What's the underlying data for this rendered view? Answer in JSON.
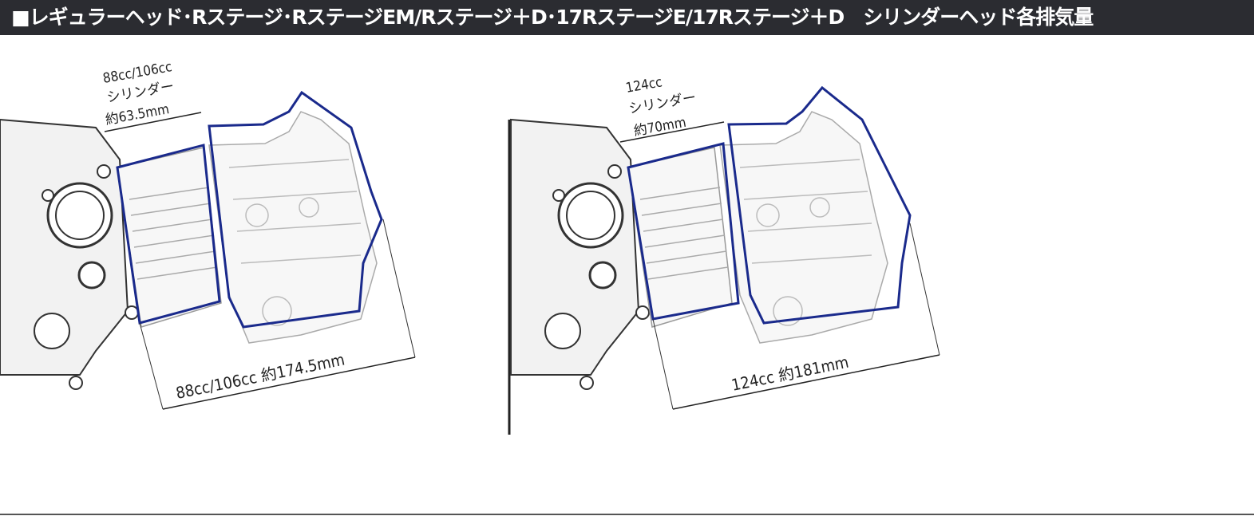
{
  "title": "■レギュラーヘッド･Rステージ･RステージEM/Rステージ＋D･17RステージE/17Rステージ＋D　シリンダーヘッド各排気量",
  "diagrams": [
    {
      "cylinder_label_1": "88cc/106cc",
      "cylinder_label_2": "シリンダー",
      "cylinder_label_3": "約63.5mm",
      "total_label": "88cc/106cc  約174.5mm"
    },
    {
      "cylinder_label_1": "124cc",
      "cylinder_label_2": "シリンダー",
      "cylinder_label_3": "約70mm",
      "total_label": "124cc  約181mm"
    }
  ],
  "colors": {
    "outline": "#1a2a8c",
    "title_bg": "#2b2c31"
  }
}
